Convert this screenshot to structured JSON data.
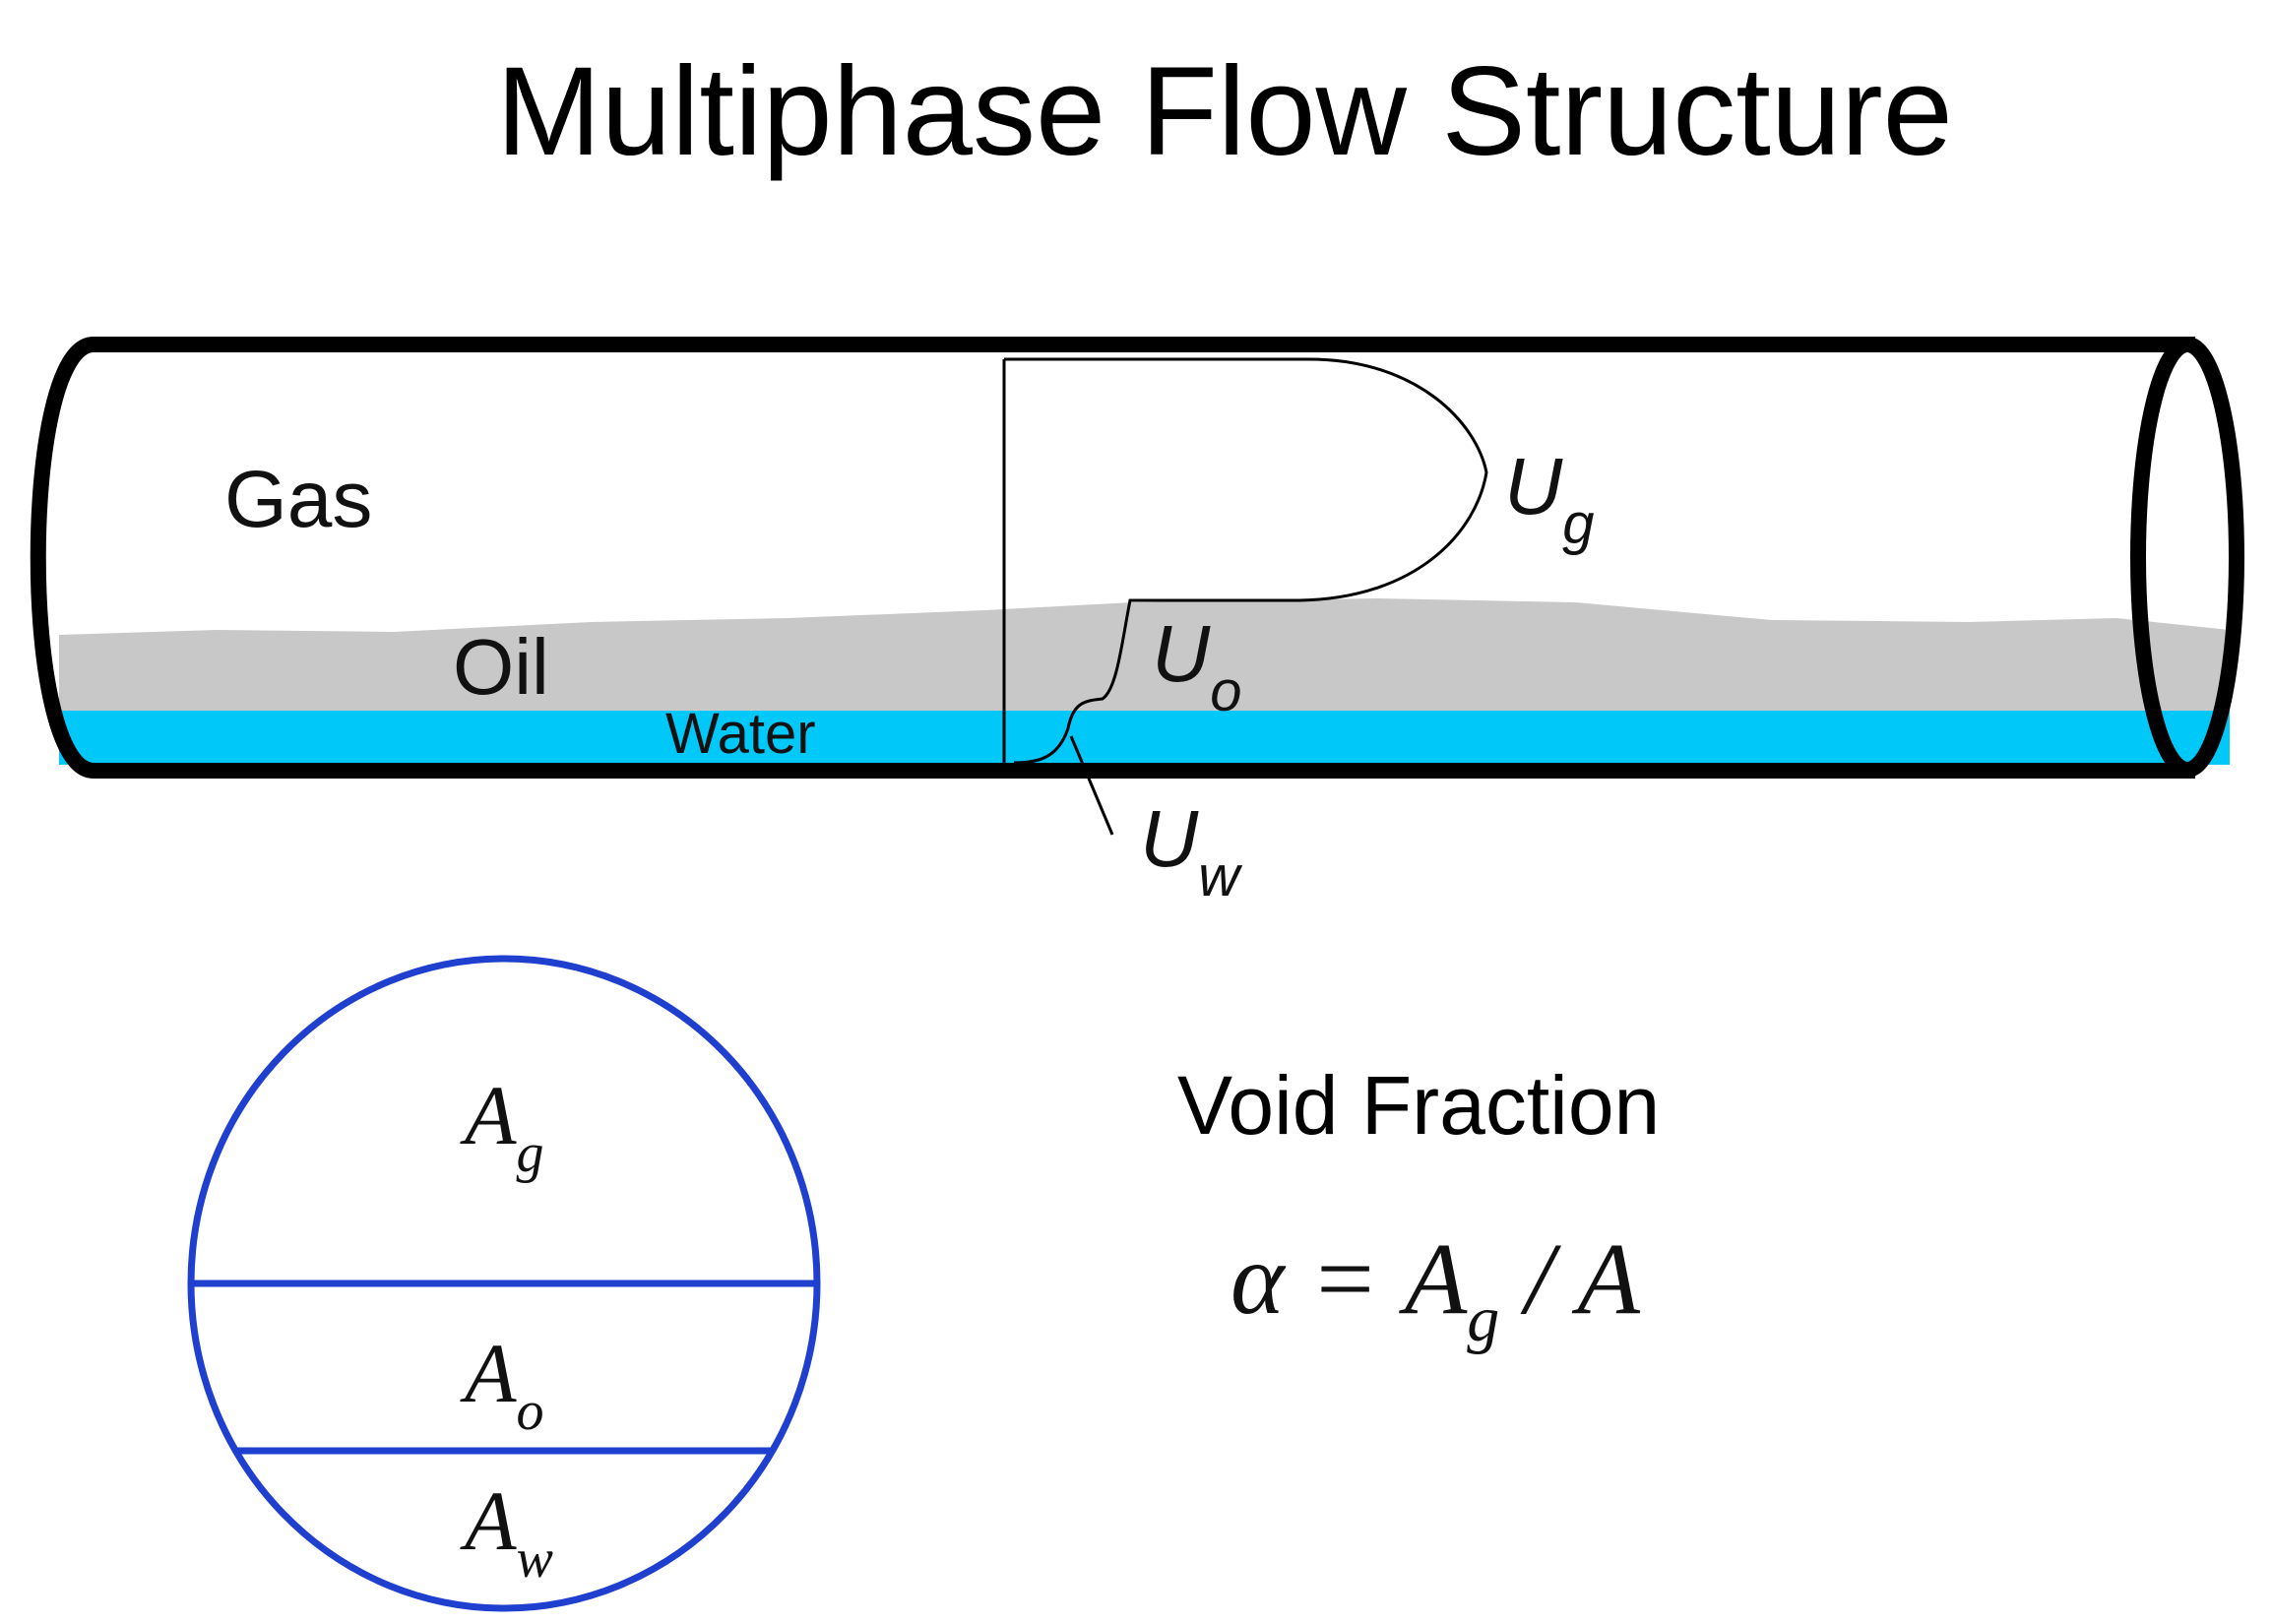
{
  "title": "Multiphase Flow Structure",
  "pipe": {
    "phase_labels": {
      "gas": "Gas",
      "oil": "Oil",
      "water": "Water"
    },
    "velocity_labels": {
      "gas": {
        "main": "U",
        "sub": "g"
      },
      "oil": {
        "main": "U",
        "sub": "o"
      },
      "water": {
        "main": "U",
        "sub": "w"
      }
    },
    "colors": {
      "oil": "#c8c8c8",
      "water": "#00c8f8",
      "outline": "#000000"
    }
  },
  "cross_section": {
    "areas": {
      "gas": {
        "main": "A",
        "sub": "g"
      },
      "oil": {
        "main": "A",
        "sub": "o"
      },
      "water": {
        "main": "A",
        "sub": "w"
      }
    },
    "color": "#1f3fcf"
  },
  "void_fraction": {
    "title": "Void Fraction",
    "formula": {
      "lhs": "α = A",
      "sub": "g",
      "rhs": " / A"
    }
  }
}
